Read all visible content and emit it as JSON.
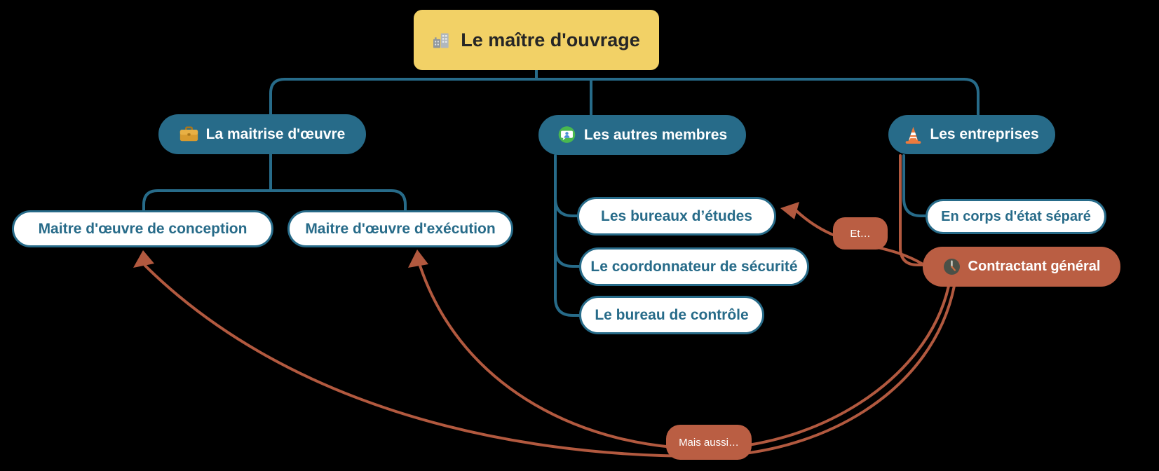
{
  "colors": {
    "root_bg": "#F2D166",
    "root_text": "#262626",
    "teal": "#276B89",
    "terracotta_fill": "#BA5E43",
    "terracotta_line": "#B2593F",
    "white": "#ffffff",
    "background": "#000000"
  },
  "root": {
    "label": "Le maître d'ouvrage",
    "icon": "building-icon"
  },
  "branches": [
    {
      "label": "La maitrise d'œuvre",
      "icon": "briefcase-icon",
      "children": [
        {
          "label": "Maitre d'œuvre de conception"
        },
        {
          "label": "Maitre d'œuvre d'exécution"
        }
      ]
    },
    {
      "label": "Les autres membres",
      "icon": "speech-bubble-person-icon",
      "children": [
        {
          "label": "Les bureaux d’études"
        },
        {
          "label": "Le coordonnateur de sécurité"
        },
        {
          "label": "Le bureau de contrôle"
        }
      ]
    },
    {
      "label": "Les entreprises",
      "icon": "traffic-cone-icon",
      "children": [
        {
          "label": "En corps d'état séparé"
        },
        {
          "label": "Contractant général",
          "icon": "clock-icon"
        }
      ]
    }
  ],
  "relations": [
    {
      "label": "Et…",
      "from": "Contractant général",
      "to": "Les bureaux d’études"
    },
    {
      "label": "Mais aussi…",
      "from": "Contractant général",
      "to": "Maitre d'œuvre de conception, Maitre d'œuvre d'exécution"
    }
  ]
}
